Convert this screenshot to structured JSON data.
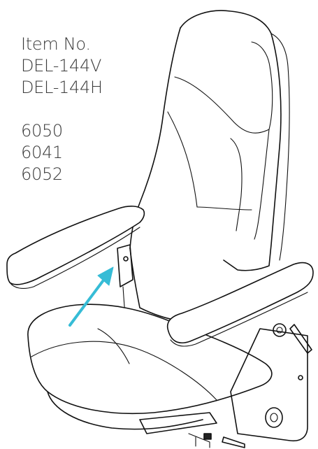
{
  "item_label": "Item No.",
  "item_numbers": [
    "DEL-144V",
    "DEL-144H"
  ],
  "codes": [
    "6050",
    "6041",
    "6052"
  ],
  "arrow_color": "#36bcd6",
  "line_color": "#111111"
}
